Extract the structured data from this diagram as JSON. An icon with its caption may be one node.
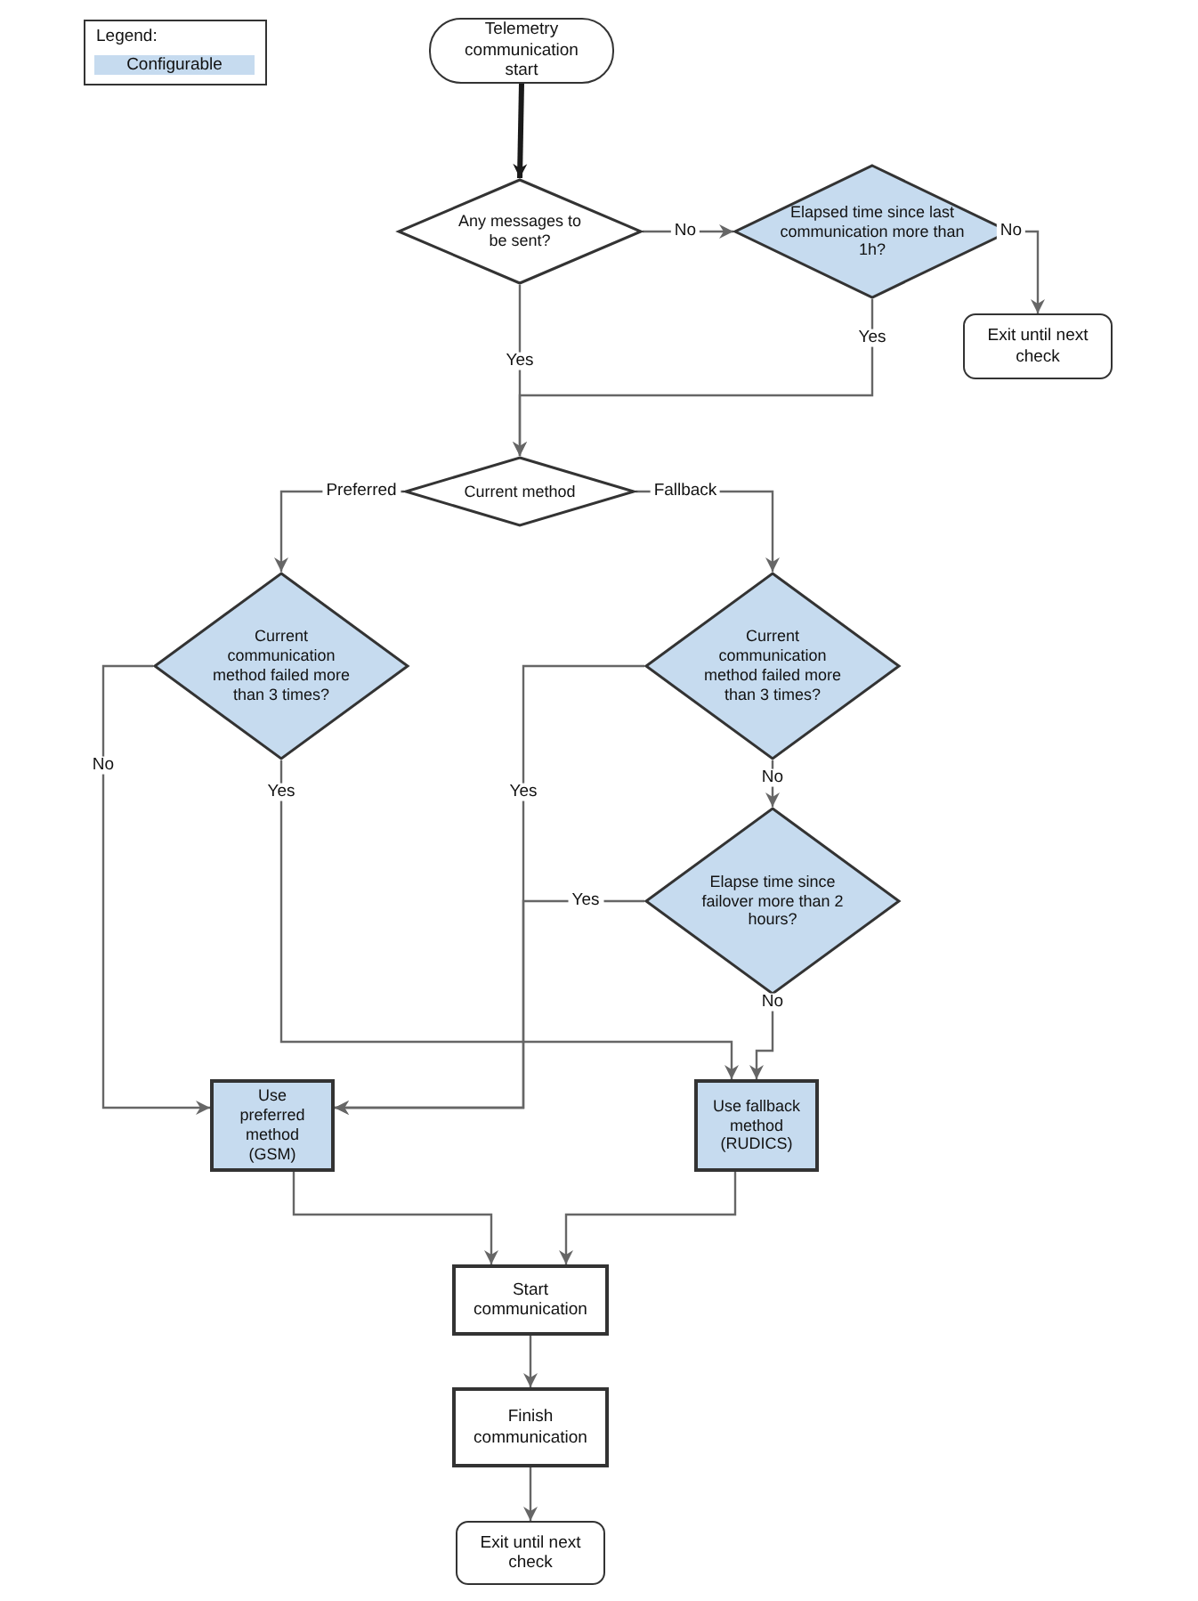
{
  "diagram": {
    "nodes": [
      {
        "text": [
          "Telemetry communication start"
        ]
      },
      {
        "text": [
          "Any messages to be sent?"
        ]
      },
      {
        "text": [
          "Elapsed time since last communication more than 1h?"
        ]
      },
      {
        "text": [
          "Exit until next check"
        ]
      },
      {
        "text": [
          "Current method"
        ]
      },
      {
        "text": [
          "Current communication method failed more than 3 times?"
        ]
      },
      {
        "text": [
          "Current communication method failed more than 3 times?"
        ]
      },
      {
        "text": [
          "Elapse time since failover more than 2 hours?"
        ]
      },
      {
        "text": [
          "Use preferred method (GSM)"
        ]
      },
      {
        "text": [
          "Use fallback method (RUDICS)"
        ]
      },
      {
        "text": [
          "Start communication"
        ]
      },
      {
        "text": [
          "Finish communication"
        ]
      },
      {
        "text": [
          "Exit until next check"
        ]
      }
    ],
    "edges": [
      {
        "from": 0,
        "to": 1,
        "arrow": "to",
        "style": "thick",
        "color": "#1a1a1a"
      },
      {
        "from": 1,
        "to": 2,
        "arrow": "to",
        "label": "No"
      },
      {
        "from": 2,
        "to": 3,
        "arrow": "to",
        "label": "No"
      },
      {
        "from": 1,
        "to": 4,
        "arrow": "to",
        "label": "Yes"
      },
      {
        "from": 2,
        "to": 4,
        "arrow": "to",
        "label": "Yes"
      },
      {
        "from": 4,
        "to": 5,
        "arrow": "to",
        "label": "Preferred"
      },
      {
        "from": 4,
        "to": 6,
        "arrow": "to",
        "label": "Fallback"
      },
      {
        "from": 5,
        "to": 8,
        "arrow": "to",
        "label": "No"
      },
      {
        "from": 5,
        "to": 9,
        "arrow": "to",
        "label": "Yes"
      },
      {
        "from": 6,
        "to": 8,
        "arrow": "to",
        "label": "Yes"
      },
      {
        "from": 6,
        "to": 7,
        "arrow": "to",
        "label": "No"
      },
      {
        "from": 7,
        "to": 8,
        "arrow": "to",
        "label": "Yes"
      },
      {
        "from": 7,
        "to": 9,
        "arrow": "to",
        "label": "No"
      },
      {
        "from": 8,
        "to": 10,
        "arrow": "to"
      },
      {
        "from": 9,
        "to": 10,
        "arrow": "to"
      },
      {
        "from": 10,
        "to": 11,
        "arrow": "to"
      },
      {
        "from": 11,
        "to": 12,
        "arrow": "to"
      }
    ],
    "labels": [
      "Legend:"
    ],
    "legend": [
      {
        "text": "Configurable",
        "color": "#c6dbef"
      }
    ]
  }
}
